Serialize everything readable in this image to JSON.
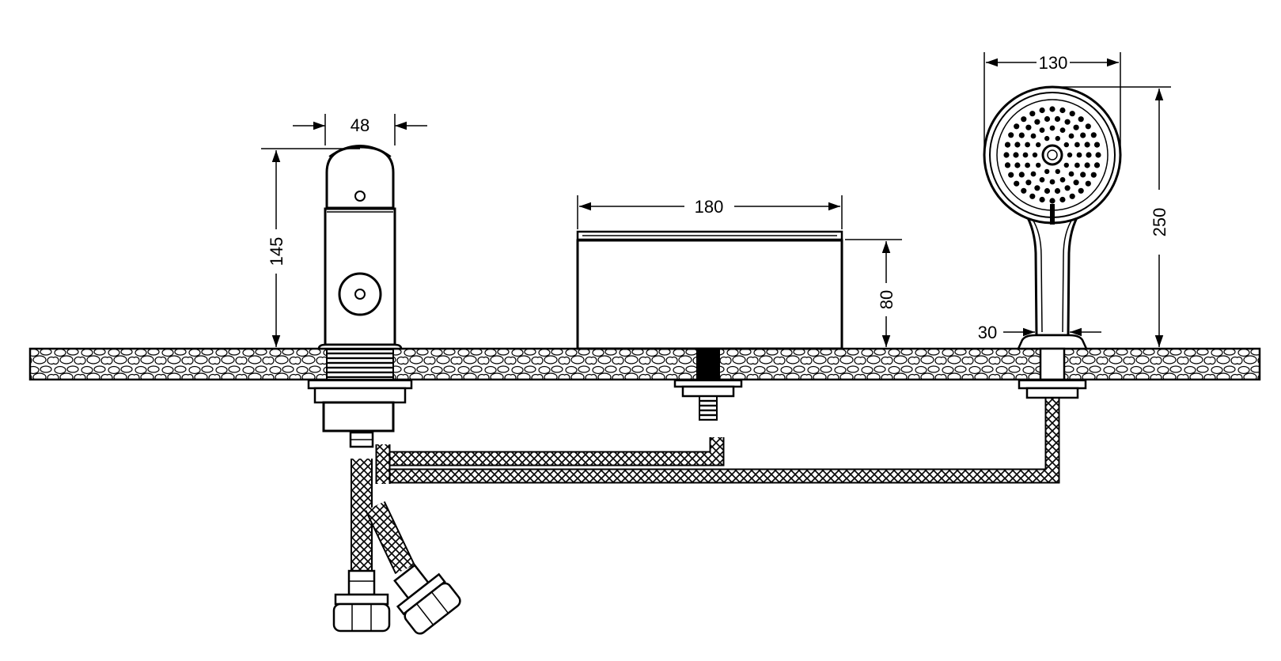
{
  "drawing": {
    "dimensions": {
      "handle_width": "48",
      "handle_height": "145",
      "spout_width": "180",
      "spout_height": "80",
      "shower_head_width": "130",
      "shower_total_height": "250",
      "shower_handle_width": "30"
    },
    "colors": {
      "line": "#000000",
      "background": "#ffffff"
    }
  }
}
